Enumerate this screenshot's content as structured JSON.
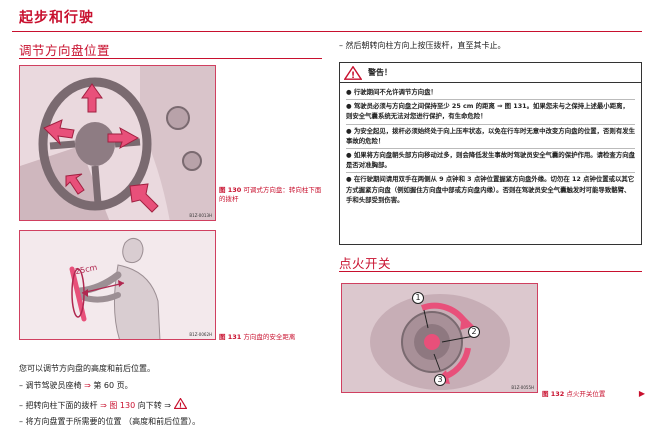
{
  "header": {
    "title": "起步和行驶"
  },
  "left": {
    "section_title": "调节方向盘位置",
    "fig130": {
      "code": "B1Z-0013H",
      "label": "图 130",
      "caption": "可调式方向盘：转向柱下面的拨杆"
    },
    "fig131": {
      "code": "B1Z-0062H",
      "label": "图 131",
      "caption": "方向盘的安全距离",
      "distance": "25cm"
    },
    "intro": "您可以调节方向盘的高度和前后位置。",
    "steps": [
      {
        "text": "调节驾驶员座椅",
        "arrow": "⇒",
        "ref": "第 60 页。"
      },
      {
        "text": "把转向柱下面的拨杆",
        "arrow": "⇒",
        "ref": "图 130",
        "suffix": "向下转 ⇒"
      },
      {
        "text": "将方向盘置于所需要的位置 （高度和前后位置）。"
      }
    ],
    "dash": "–"
  },
  "right": {
    "step_continue": "然后朝转向柱方向上按压拨杆，直至其卡止。",
    "warning": {
      "title": "警告！",
      "items": [
        "行驶期间不允许调节方向盘！",
        "驾驶员必须与方向盘之间保持至少 25 cm 的距离 ⇒ 图 131。如果您未与之保持上述最小距离，则安全气囊系统无法对您进行保护，有生命危险！",
        "为安全起见，拨杆必须始终处于向上压牢状态，以免在行车时无意中改变方向盘的位置，否则有发生事故的危险！",
        "如果将方向盘朝头部方向移动过多，则会降低发生事故时驾驶员安全气囊的保护作用。请检查方向盘是否对准胸部。",
        "在行驶期间请用双手在两侧从 9 点钟和 3 点钟位置握紧方向盘外缘。切勿在 12 点钟位置或以其它方式握紧方向盘（例如握住方向盘中部或方向盘内缘）。否则在驾驶员安全气囊触发时可能导致骼臂、手和头部受到伤害。"
      ]
    },
    "section_title": "点火开关",
    "fig132": {
      "code": "B1Z-0055H",
      "label": "图 132",
      "caption": "点火开关位置",
      "markers": [
        "1",
        "2",
        "3"
      ]
    },
    "nav_arrow": "▶"
  },
  "colors": {
    "accent": "#c8102e",
    "figure_bg": "#f1e4e8",
    "arrow_pink": "#e8507a"
  }
}
